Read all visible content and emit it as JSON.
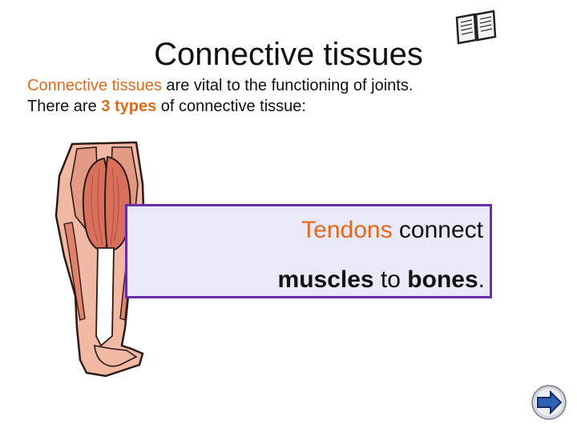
{
  "slide": {
    "title": "Connective tissues",
    "intro": {
      "highlight": "Connective tissues",
      "text1": " are vital to the functioning of joints.",
      "text2_prefix": "There are ",
      "count_highlight": "3 types",
      "text2_suffix": " of connective tissue:"
    },
    "box": {
      "term": "Tendons",
      "line1_rest": " connect",
      "word_muscles": "muscles",
      "word_to": " to ",
      "word_bones": "bones",
      "period": "."
    },
    "icons": {
      "book": "book-icon",
      "next": "next-arrow-icon"
    },
    "colors": {
      "accent": "#e06a1c",
      "box_border": "#6a2fa8",
      "box_fill": "#e9e9f9",
      "muscle": "#d8705c"
    }
  }
}
